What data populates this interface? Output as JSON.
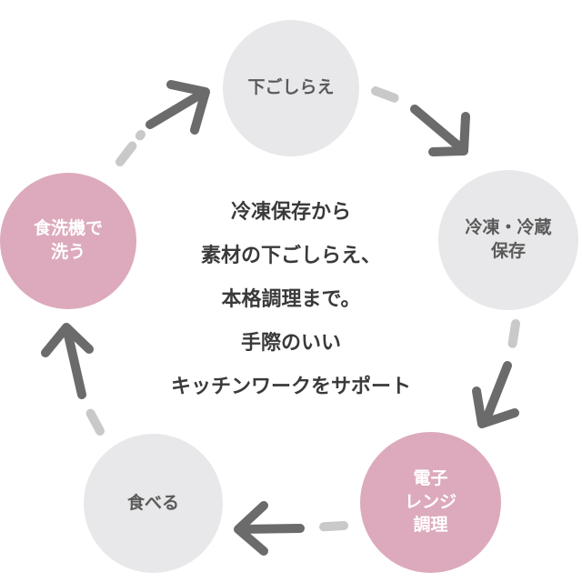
{
  "diagram": {
    "type": "cycle",
    "nodes": [
      {
        "id": "prep",
        "lines": [
          "下ごしらえ"
        ],
        "style": "gray"
      },
      {
        "id": "freeze",
        "lines": [
          "冷凍・冷蔵",
          "保存"
        ],
        "style": "gray"
      },
      {
        "id": "microwave",
        "lines": [
          "電子",
          "レンジ",
          "調理"
        ],
        "style": "pink"
      },
      {
        "id": "eat",
        "lines": [
          "食べる"
        ],
        "style": "gray"
      },
      {
        "id": "dishwasher",
        "lines": [
          "食洗機で",
          "洗う"
        ],
        "style": "pink"
      }
    ],
    "edges": [
      {
        "from": "prep",
        "to": "freeze"
      },
      {
        "from": "freeze",
        "to": "microwave"
      },
      {
        "from": "microwave",
        "to": "eat"
      },
      {
        "from": "eat",
        "to": "dishwasher"
      },
      {
        "from": "dishwasher",
        "to": "prep"
      }
    ],
    "center_text": [
      "冷凍保存から",
      "素材の下ごしらえ、",
      "本格調理まで。",
      "手際のいい",
      "キッチンワークをサポート"
    ]
  },
  "colors": {
    "gray_circle": "#e8e7e9",
    "pink_circle": "#dcaabc",
    "arrow_dark": "#6b6b6b",
    "arrow_light": "#c9c9c9",
    "center_text": "#3a3a3a"
  }
}
